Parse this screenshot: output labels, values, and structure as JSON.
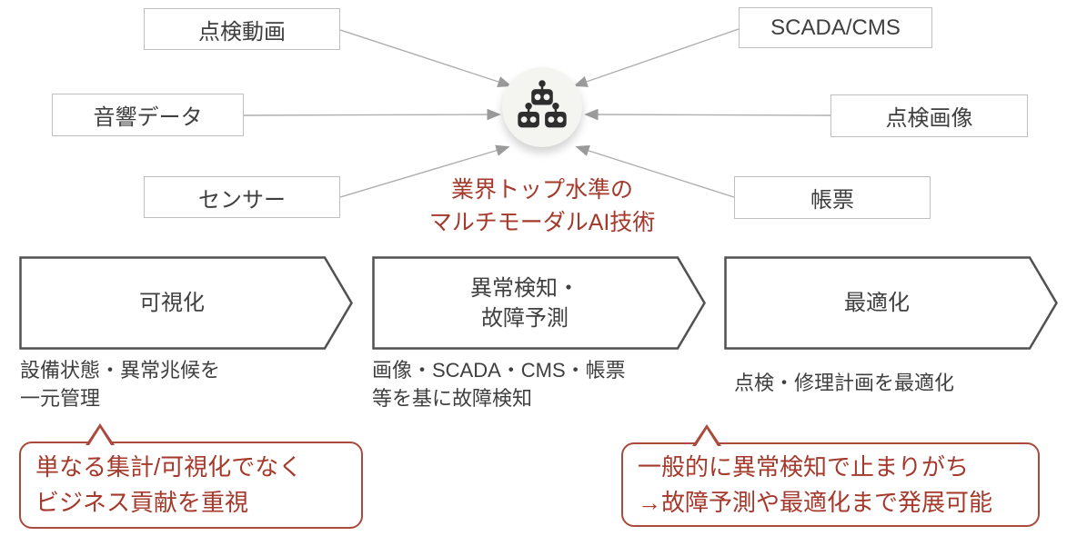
{
  "palette": {
    "accent_red": "#a5392b",
    "callout_border": "#a94a3c",
    "source_box_border": "#bfbfbf",
    "dark_text": "#3f3f3f",
    "chevron_border": "#515151",
    "arrow_gray": "#a8a8a8",
    "robot_dark": "#2e2e2e",
    "hub_background": "#f4f4f1"
  },
  "sources": [
    {
      "id": "inspection-video",
      "label": "点検動画"
    },
    {
      "id": "scada-cms",
      "label": "SCADA/CMS"
    },
    {
      "id": "acoustic-data",
      "label": "音響データ"
    },
    {
      "id": "inspection-image",
      "label": "点検画像"
    },
    {
      "id": "sensor",
      "label": "センサー"
    },
    {
      "id": "ledger",
      "label": "帳票"
    }
  ],
  "hub": {
    "icon": "multi-robot-icon",
    "caption": "業界トップ水準の\nマルチモーダルAI技術"
  },
  "stages": [
    {
      "label": "可視化",
      "description": "設備状態・異常兆候を\n一元管理"
    },
    {
      "label": "異常検知・\n故障予測",
      "description": "画像・SCADA・CMS・帳票\n等を基に故障検知"
    },
    {
      "label": "最適化",
      "description": "点検・修理計画を最適化"
    }
  ],
  "callouts": [
    {
      "text": "単なる集計/可視化でなく\nビジネス貢献を重視"
    },
    {
      "text": "一般的に異常検知で止まりがち\n→故障予測や最適化まで発展可能"
    }
  ]
}
